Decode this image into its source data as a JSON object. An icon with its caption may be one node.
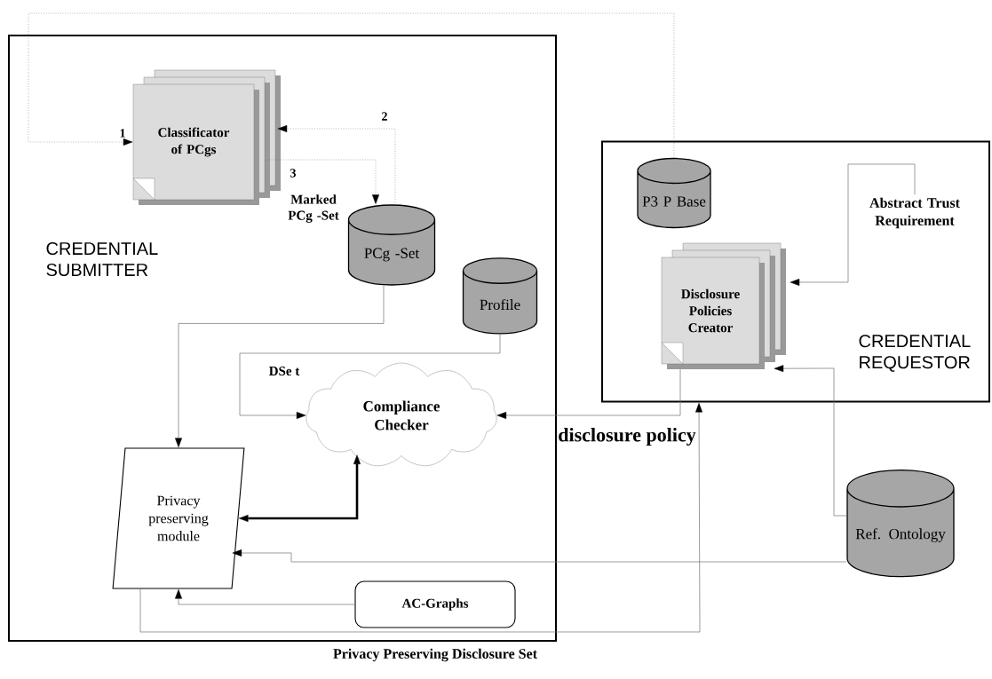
{
  "diagram": {
    "nodes": [
      {
        "text": [
          "CREDENTIAL SUBMITTER"
        ]
      },
      {
        "text": [
          "CREDENTIAL REQUESTOR"
        ]
      },
      {
        "text": [
          "Classificator of PCgs"
        ],
        "in": 0
      },
      {
        "text": [
          "PCg -Set"
        ],
        "in": 0,
        "beside": [
          "Marked PCg -Set"
        ]
      },
      {
        "text": [
          "Profile"
        ],
        "in": 0
      },
      {
        "text": [
          "P3 P Base"
        ],
        "in": 1
      },
      {
        "text": [
          "Abstract Trust Requirement"
        ],
        "in": 1
      },
      {
        "text": [
          "Disclosure Policies Creator"
        ],
        "in": 1
      },
      {
        "text": [
          "Compliance Checker"
        ],
        "in": 0
      },
      {
        "text": [
          "Privacy preserving module"
        ],
        "in": 0
      },
      {
        "text": [
          "AC-Graphs"
        ],
        "in": 0
      },
      {
        "text": [
          "Ref. Ontology"
        ]
      }
    ],
    "edges": [
      {
        "from": 5,
        "to": 2,
        "arrow": "to",
        "label": "1",
        "style": "dashed"
      },
      {
        "from": 3,
        "to": 2,
        "arrow": "to",
        "label": "2",
        "style": "dashed"
      },
      {
        "from": 2,
        "to": 3,
        "arrow": "to",
        "label": "3",
        "style": "dashed"
      },
      {
        "from": 3,
        "to": 9,
        "arrow": "to"
      },
      {
        "from": 4,
        "to": 8,
        "arrow": "to",
        "label": "DSe t"
      },
      {
        "from": 7,
        "to": 8,
        "arrow": "to",
        "label": "disclosure  policy"
      },
      {
        "from": 9,
        "to": 8,
        "arrow": "both",
        "style": "thick",
        "color": "#000000"
      },
      {
        "from": 11,
        "to": 9,
        "arrow": "to"
      },
      {
        "from": 11,
        "to": 7,
        "arrow": "to"
      },
      {
        "from": 6,
        "to": 7,
        "arrow": "to"
      },
      {
        "from": 10,
        "to": 9,
        "arrow": "to"
      },
      {
        "from": 9,
        "to": 1,
        "arrow": "to",
        "label": "Privacy Preserving Disclosure Set"
      }
    ]
  }
}
